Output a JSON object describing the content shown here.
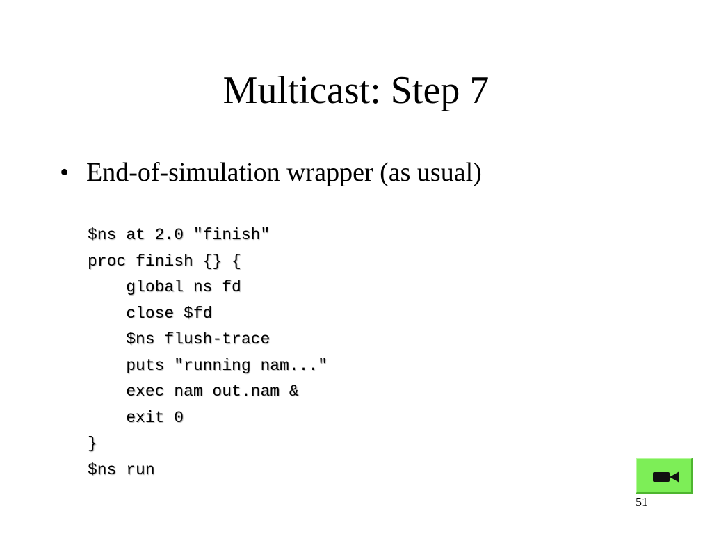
{
  "slide": {
    "title": "Multicast: Step 7",
    "bullet_symbol": "•",
    "bullet_text": "End-of-simulation wrapper (as usual)",
    "code_lines": [
      "$ns at 2.0 \"finish\"",
      "proc finish {} {",
      "    global ns fd",
      "    close $fd",
      "    $ns flush-trace",
      "    puts \"running nam...\"",
      "    exec nam out.nam &",
      "    exit 0",
      "}",
      "$ns run"
    ],
    "page_number": "51"
  },
  "nav_button": {
    "icon": "video-camera-icon",
    "color": "#7dee57"
  }
}
